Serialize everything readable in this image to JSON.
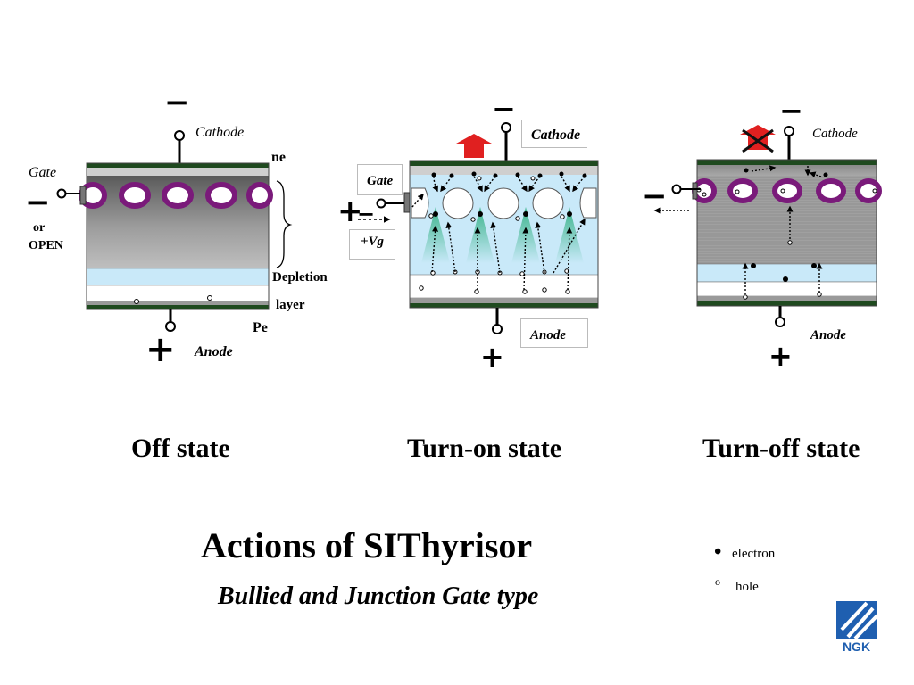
{
  "diagram": {
    "off_state": {
      "cathode": "Cathode",
      "gate": "Gate",
      "gate_alt_or": "or",
      "gate_alt_open": "OPEN",
      "ne": "ne",
      "pe": "Pe",
      "depletion_1": "Depletion",
      "depletion_2": "layer",
      "anode": "Anode",
      "caption": "Off state"
    },
    "turn_on_state": {
      "cathode": "Cathode",
      "gate": "Gate",
      "vg": "+Vg",
      "anode": "Anode",
      "caption": "Turn-on state"
    },
    "turn_off_state": {
      "cathode": "Cathode",
      "anode": "Anode",
      "caption": "Turn-off state"
    },
    "signs": {
      "minus": "−",
      "plus": "+"
    }
  },
  "title": "Actions of SIThyrisor",
  "subtitle": "Bullied and Junction Gate type",
  "legend": {
    "electron_symbol": "•",
    "electron": "electron",
    "hole_symbol": "o",
    "hole": "hole"
  },
  "logo": {
    "text": "NGK"
  },
  "colors": {
    "gate_ring": "#7a1a7a",
    "metal": "#1f4a1f",
    "depletion": "#c9e9f9",
    "arrow_red": "#e02020",
    "logo_blue": "#1f5fb0"
  }
}
